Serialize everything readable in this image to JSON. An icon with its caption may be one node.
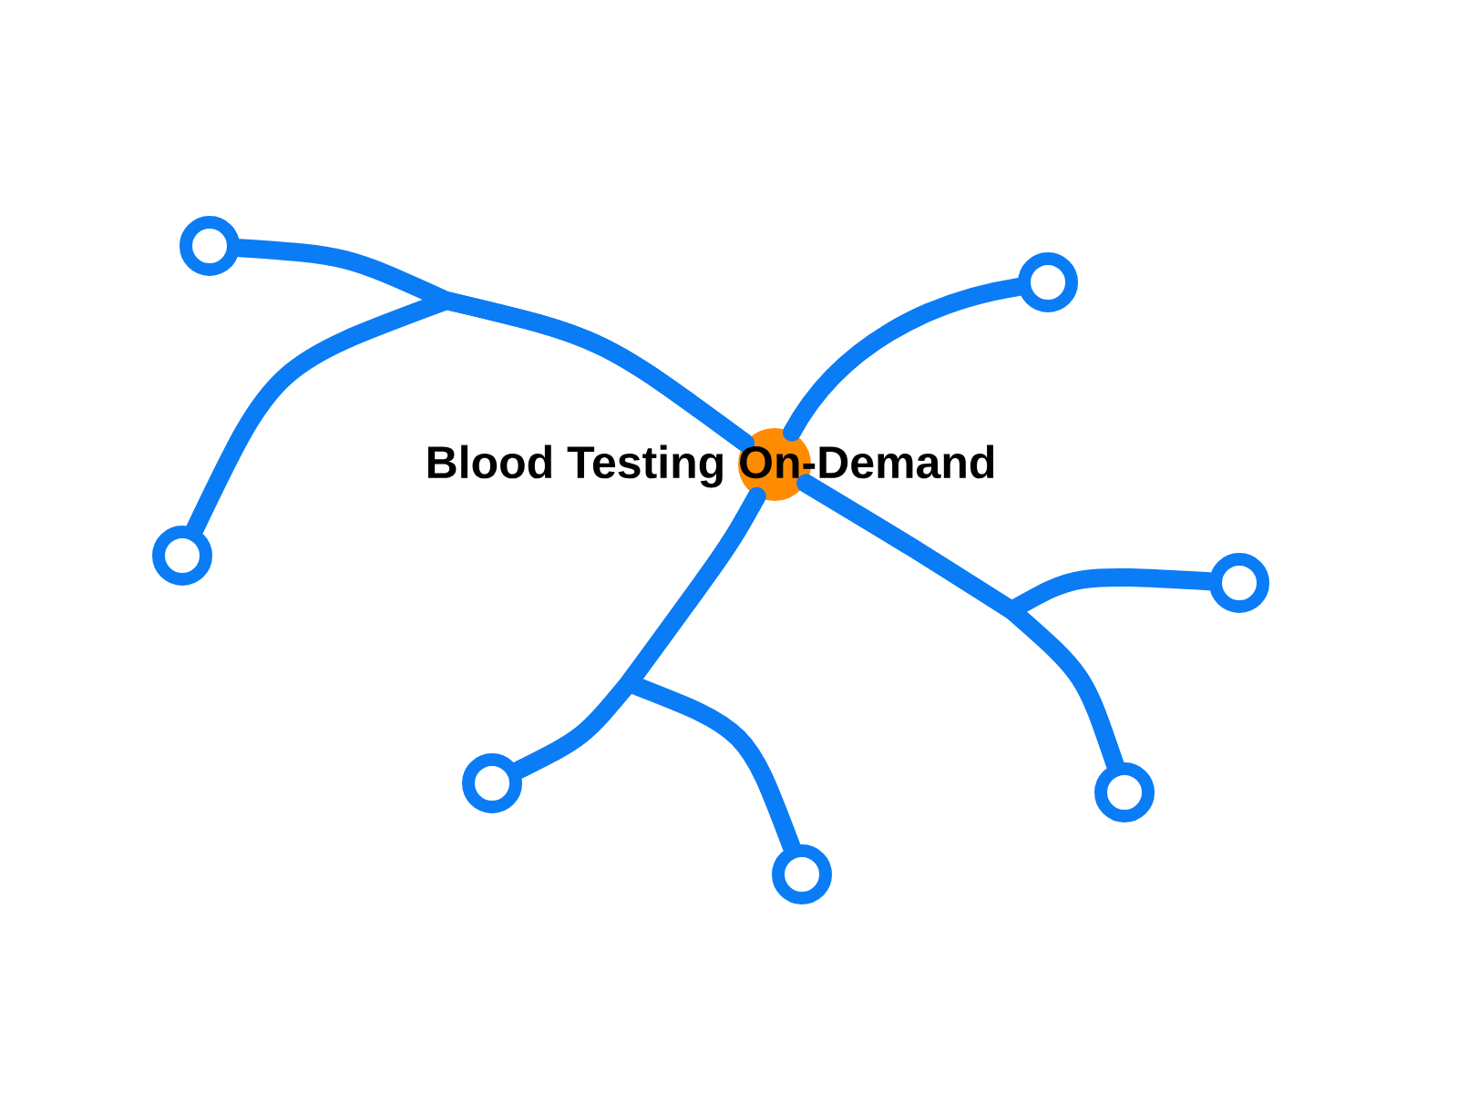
{
  "diagram": {
    "title": "Blood Testing On-Demand",
    "nodes": [
      {
        "text": [],
        "shape": "circle"
      },
      {
        "text": [],
        "shape": "circle"
      },
      {
        "text": [],
        "shape": "circle"
      },
      {
        "text": [],
        "shape": "circle"
      },
      {
        "text": [],
        "shape": "circle"
      },
      {
        "text": [],
        "shape": "circle"
      },
      {
        "text": [],
        "shape": "circle"
      },
      {
        "text": [],
        "shape": "circle"
      }
    ],
    "edges": [
      {
        "from": 0,
        "to": 1,
        "arrow": "none"
      },
      {
        "from": 0,
        "to": 3,
        "arrow": "none"
      },
      {
        "from": 0,
        "to": 2,
        "arrow": "none"
      },
      {
        "from": 0,
        "to": 5,
        "arrow": "none"
      },
      {
        "from": 0,
        "to": 7,
        "arrow": "none"
      },
      {
        "from": 0,
        "to": 6,
        "arrow": "none"
      },
      {
        "from": 0,
        "to": 4,
        "arrow": "none"
      }
    ]
  }
}
